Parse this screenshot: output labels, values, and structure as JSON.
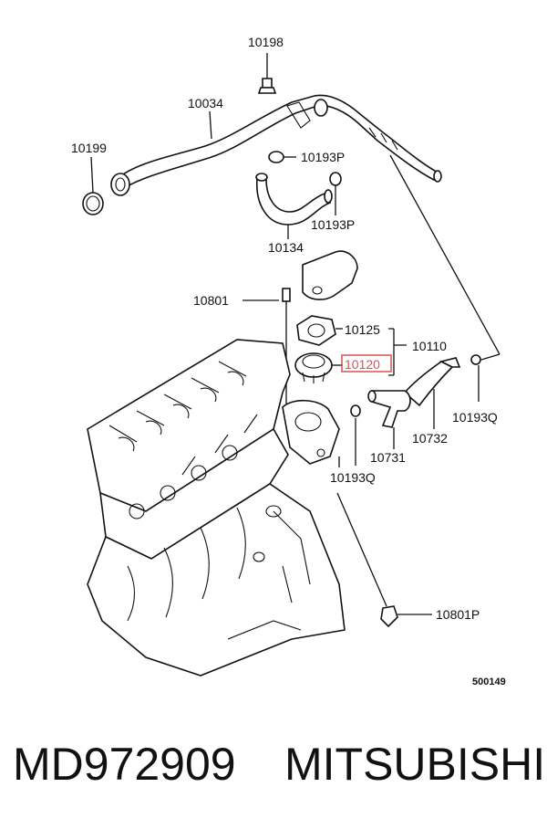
{
  "labels": {
    "p10198": "10198",
    "p10034": "10034",
    "p10199": "10199",
    "p10193P_a": "10193P",
    "p10193P_b": "10193P",
    "p10134": "10134",
    "p10801": "10801",
    "p10125": "10125",
    "p10110": "10110",
    "p10120": "10120",
    "p10732": "10732",
    "p10193Q_a": "10193Q",
    "p10731": "10731",
    "p10193Q_b": "10193Q",
    "p10801P": "10801P"
  },
  "diagram_code": "500149",
  "highlight_color": "#d9534f",
  "footer": {
    "part_number": "MD972909",
    "brand": "MITSUBISHI"
  }
}
